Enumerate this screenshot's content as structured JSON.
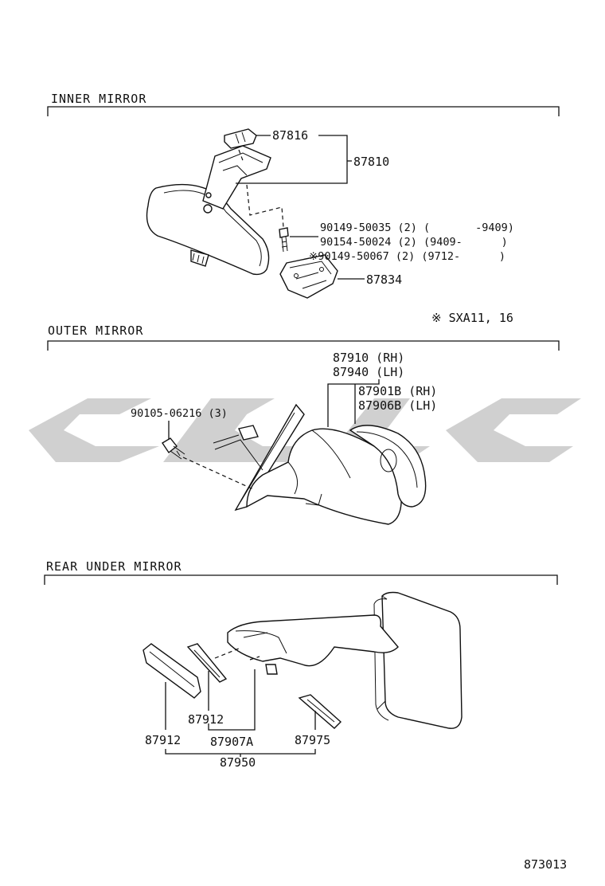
{
  "sections": {
    "inner": "INNER MIRROR",
    "outer": "OUTER MIRROR",
    "rear": "REAR UNDER MIRROR"
  },
  "inner": {
    "p87816": "87816",
    "p87810": "87810",
    "bolt1": "90149-50035 (2) (       -9409)",
    "bolt2": "90154-50024 (2) (9409-      )",
    "bolt3": "※90149-50067 (2) (9712-      )",
    "p87834": "87834",
    "note": "※ SXA11, 16"
  },
  "outer": {
    "p87910": "87910 (RH)",
    "p87940": "87940 (LH)",
    "p87901B": "87901B (RH)",
    "p87906B": "87906B (LH)",
    "screw": "90105-06216 (3)"
  },
  "rear": {
    "p87912a": "87912",
    "p87912b": "87912",
    "p87907A": "87907A",
    "p87975": "87975",
    "p87950": "87950"
  },
  "footer": {
    "code": "873013"
  }
}
